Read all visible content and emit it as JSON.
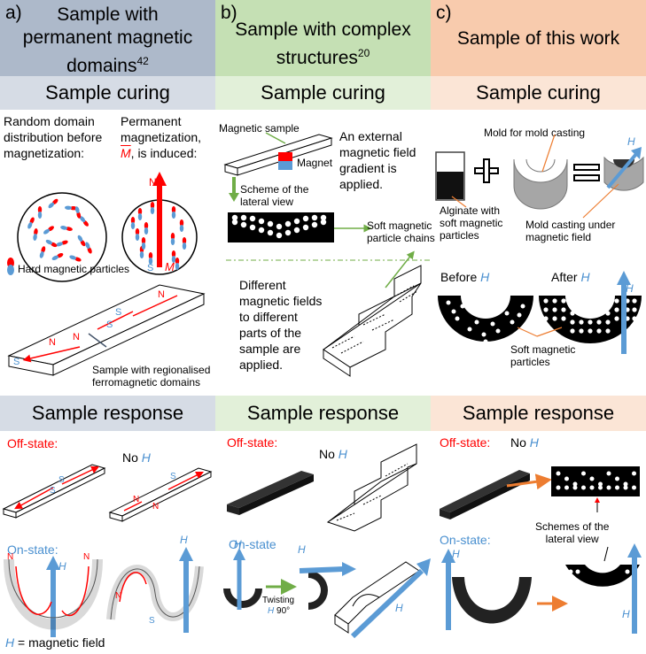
{
  "columns": [
    {
      "letter": "a)",
      "title_line1": "Sample with",
      "title_line2": "permanent magnetic",
      "title_line3": "domains",
      "title_sup": "42",
      "curing": "Sample curing",
      "response": "Sample response",
      "header_color": "#adb9ca",
      "band_color": "#d6dce5"
    },
    {
      "letter": "b)",
      "title_line1": "Sample with complex",
      "title_line2": "structures",
      "title_sup": "20",
      "curing": "Sample curing",
      "response": "Sample response",
      "header_color": "#c5e0b4",
      "band_color": "#e2f0d9"
    },
    {
      "letter": "c)",
      "title_line1": "Sample of this work",
      "curing": "Sample curing",
      "response": "Sample response",
      "header_color": "#f8cbad",
      "band_color": "#fbe5d6"
    }
  ],
  "panel_a": {
    "random_text": [
      "Random domain",
      "distribution before",
      "magnetization:"
    ],
    "perm_text": [
      "Permanent",
      "magnetization,"
    ],
    "perm_vec": "M",
    "perm_induced": ", is induced:",
    "hard_particles": "Hard magnetic particles",
    "sample_regional": [
      "Sample with regionalised",
      "ferromagnetic domains"
    ],
    "off_state": "Off-state:",
    "no_h": "No",
    "on_state": "On-state:",
    "legend": "= magnetic field",
    "n": "N",
    "s": "S"
  },
  "panel_b": {
    "magnetic_sample": "Magnetic sample",
    "magnet": "Magnet",
    "scheme_lateral": [
      "Scheme of the",
      "lateral view"
    ],
    "external_field": [
      "An external",
      "magnetic field",
      "gradient is",
      "applied."
    ],
    "soft_chains": [
      "Soft magnetic",
      "particle chains"
    ],
    "different_fields": [
      "Different",
      "magnetic fields",
      "to different",
      "parts of the",
      "sample are",
      "applied."
    ],
    "off_state": "Off-state:",
    "no_h": "No",
    "on_state": "On-state",
    "twisting": "Twisting",
    "twist_angle": "90°"
  },
  "panel_c": {
    "mold_text": "Mold for mold casting",
    "alginate": [
      "Alginate with",
      "soft magnetic",
      "particles"
    ],
    "mold_casting": [
      "Mold casting under",
      "magnetic field"
    ],
    "before": "Before",
    "after": "After",
    "soft_particles": [
      "Soft magnetic",
      "particles"
    ],
    "off_state": "Off-state:",
    "no_h": "No",
    "schemes": [
      "Schemes of the",
      "lateral view"
    ],
    "on_state": "On-state:"
  },
  "symbols": {
    "H": "H",
    "arrow": "→"
  },
  "colors": {
    "field_blue": "#5b9bd5",
    "red": "#ff0000",
    "orange": "#ed7d31",
    "green": "#70ad47"
  }
}
